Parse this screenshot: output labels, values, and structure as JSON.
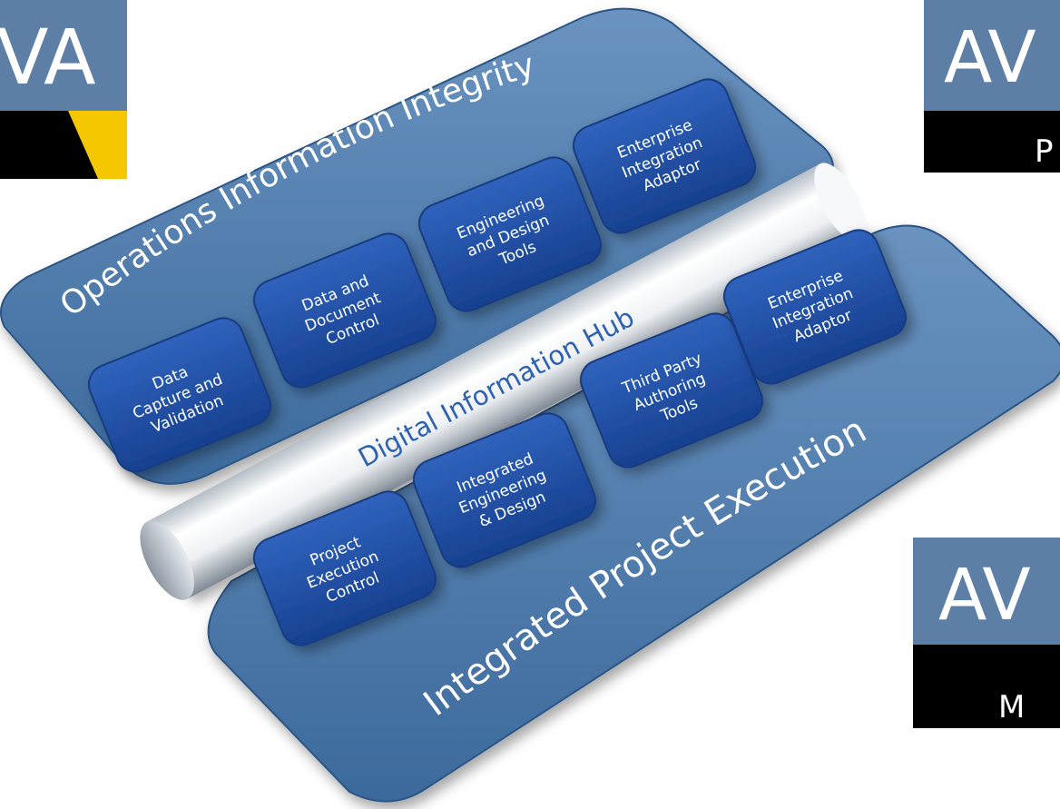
{
  "platforms": {
    "top": {
      "title": "Operations Information Integrity",
      "boxes": [
        [
          "Data",
          "Capture and",
          "Validation"
        ],
        [
          "Data and",
          "Document",
          "Control"
        ],
        [
          "Engineering",
          "and Design",
          "Tools"
        ],
        [
          "Enterprise",
          "Integration",
          "Adaptor"
        ]
      ]
    },
    "bottom": {
      "title": "Integrated Project Execution",
      "boxes": [
        [
          "Project",
          "Execution",
          "Control"
        ],
        [
          "Integrated",
          "Engineering",
          "& Design"
        ],
        [
          "Third Party",
          "Authoring",
          "Tools"
        ],
        [
          "Enterprise",
          "Integration",
          "Adaptor"
        ]
      ]
    }
  },
  "hub": {
    "label": "Digital Information Hub"
  },
  "logos": {
    "top_left": {
      "text": "VA"
    },
    "top_right": {
      "text": "AV",
      "subtext": "P"
    },
    "bottom_right": {
      "text": "AV",
      "subtext": "M"
    }
  },
  "colors": {
    "platform": "#3f6e9f",
    "platform_edge": "#2c5584",
    "box": "#1f4fa6",
    "box_edge": "#163b80",
    "hub_light": "#ffffff",
    "hub_dark": "#8f98a2",
    "hub_text": "#2e62b0",
    "logo_blue": "#5d7fa6",
    "logo_yellow": "#f5c700"
  }
}
